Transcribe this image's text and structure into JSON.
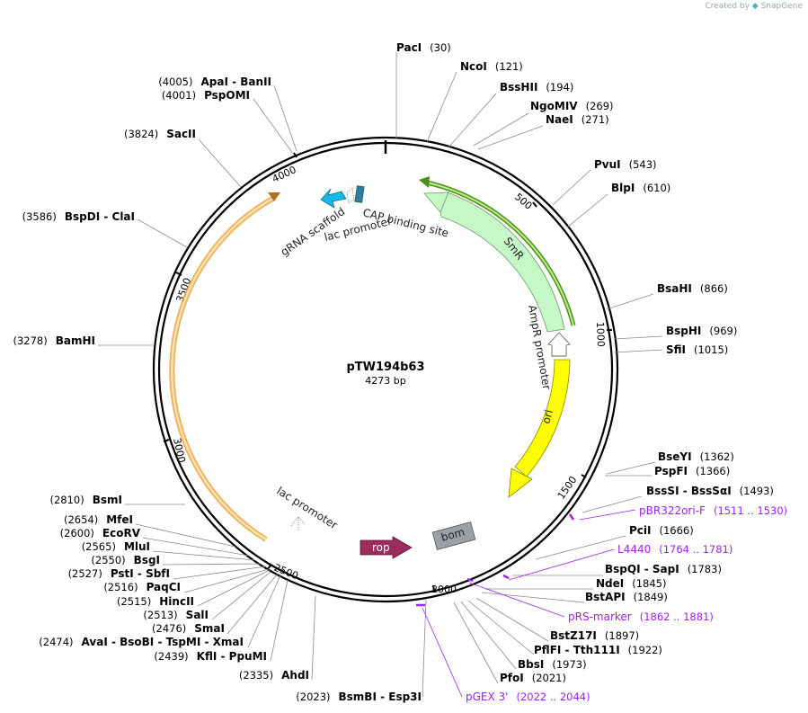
{
  "credit": {
    "created_by": "Created by",
    "app": "SnapGene"
  },
  "plasmid": {
    "name": "pTW194b63",
    "size_label": "4273 bp",
    "length": 4273
  },
  "ticks": [
    "500",
    "1000",
    "1500",
    "2000",
    "2500",
    "3000",
    "3500",
    "4000"
  ],
  "sites": [
    {
      "name": "PacI",
      "pos": "(30)",
      "bp": 30
    },
    {
      "name": "NcoI",
      "pos": "(121)",
      "bp": 121
    },
    {
      "name": "BssHII",
      "pos": "(194)",
      "bp": 194
    },
    {
      "name": "NgoMIV",
      "pos": "(269)",
      "bp": 269
    },
    {
      "name": "NaeI",
      "pos": "(271)",
      "bp": 271
    },
    {
      "name": "PvuI",
      "pos": "(543)",
      "bp": 543
    },
    {
      "name": "BlpI",
      "pos": "(610)",
      "bp": 610
    },
    {
      "name": "BsaHI",
      "pos": "(866)",
      "bp": 866
    },
    {
      "name": "BspHI",
      "pos": "(969)",
      "bp": 969
    },
    {
      "name": "SfiI",
      "pos": "(1015)",
      "bp": 1015
    },
    {
      "name": "BseYI",
      "pos": "(1362)",
      "bp": 1362
    },
    {
      "name": "PspFI",
      "pos": "(1366)",
      "bp": 1366
    },
    {
      "name": "BssSI  -  BssSαI",
      "pos": "(1493)",
      "bp": 1493
    },
    {
      "name": "PciI",
      "pos": "(1666)",
      "bp": 1666
    },
    {
      "name": "BspQI  -  SapI",
      "pos": "(1783)",
      "bp": 1783
    },
    {
      "name": "NdeI",
      "pos": "(1845)",
      "bp": 1845
    },
    {
      "name": "BstAPI",
      "pos": "(1849)",
      "bp": 1849
    },
    {
      "name": "BstZ17I",
      "pos": "(1897)",
      "bp": 1897
    },
    {
      "name": "PflFI  -  Tth111I",
      "pos": "(1922)",
      "bp": 1922
    },
    {
      "name": "BbsI",
      "pos": "(1973)",
      "bp": 1973
    },
    {
      "name": "PfoI",
      "pos": "(2021)",
      "bp": 2021
    },
    {
      "name": "BsmBI  -  Esp3I",
      "pos": "(2023)",
      "bp": 2023
    },
    {
      "name": "AhdI",
      "pos": "(2335)",
      "bp": 2335
    },
    {
      "name": "KflI  -  PpuMI",
      "pos": "(2439)",
      "bp": 2439
    },
    {
      "name": "AvaI  -  BsoBI  -  TspMI  -  XmaI",
      "pos": "(2474)",
      "bp": 2474
    },
    {
      "name": "SmaI",
      "pos": "(2476)",
      "bp": 2476
    },
    {
      "name": "SalI",
      "pos": "(2513)",
      "bp": 2513
    },
    {
      "name": "HincII",
      "pos": "(2515)",
      "bp": 2515
    },
    {
      "name": "PaqCI",
      "pos": "(2516)",
      "bp": 2516
    },
    {
      "name": "PstI  -  SbfI",
      "pos": "(2527)",
      "bp": 2527
    },
    {
      "name": "BsgI",
      "pos": "(2550)",
      "bp": 2550
    },
    {
      "name": "MluI",
      "pos": "(2565)",
      "bp": 2565
    },
    {
      "name": "EcoRV",
      "pos": "(2600)",
      "bp": 2600
    },
    {
      "name": "MfeI",
      "pos": "(2654)",
      "bp": 2654
    },
    {
      "name": "BsmI",
      "pos": "(2810)",
      "bp": 2810
    },
    {
      "name": "BamHI",
      "pos": "(3278)",
      "bp": 3278
    },
    {
      "name": "BspDI  -  ClaI",
      "pos": "(3586)",
      "bp": 3586
    },
    {
      "name": "SacII",
      "pos": "(3824)",
      "bp": 3824
    },
    {
      "name": "PspOMI",
      "pos": "(4001)",
      "bp": 4001
    },
    {
      "name": "ApaI  -  BanII",
      "pos": "(4005)",
      "bp": 4005
    }
  ],
  "primers": [
    {
      "name": "pBR322ori-F",
      "range": "(1511 .. 1530)",
      "start": 1511,
      "end": 1530
    },
    {
      "name": "L4440",
      "range": "(1764 .. 1781)",
      "start": 1764,
      "end": 1781
    },
    {
      "name": "pRS-marker",
      "range": "(1862 .. 1881)",
      "start": 1862,
      "end": 1881
    },
    {
      "name": "pGEX 3'",
      "range": "(2022 .. 2044)",
      "start": 2022,
      "end": 2044
    }
  ],
  "features": {
    "smr": "SmR",
    "ampr_promoter": "AmpR promoter",
    "ori": "ori",
    "bom": "bom",
    "rop": "rop",
    "lac_promoter_bottom": "lac promoter",
    "lac_promoter_top": "lac promoter",
    "cap_site": "CAP binding site",
    "grna": "gRNA scaffold"
  },
  "colors": {
    "smr": "#c6f7c6",
    "ori": "#ffff00",
    "rop": "#9b2c5e",
    "bom": "#9aa0a6",
    "grna": "#1ab8e8",
    "cap": "#2e7f9a",
    "orf_outline": "#e8a33d",
    "smr_outline": "#4d8f1a",
    "primer": "#a020f0"
  }
}
